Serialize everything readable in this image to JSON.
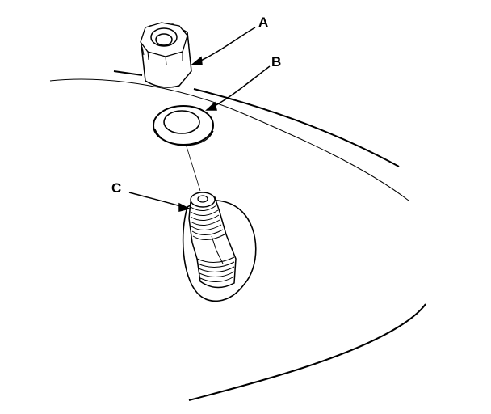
{
  "diagram": {
    "callouts": [
      {
        "id": "A",
        "label": "A",
        "part": "lug-nut"
      },
      {
        "id": "B",
        "label": "B",
        "part": "washer"
      },
      {
        "id": "C",
        "label": "C",
        "part": "wheel-stud"
      }
    ]
  },
  "colors": {
    "line": "#000000",
    "background": "#ffffff"
  }
}
